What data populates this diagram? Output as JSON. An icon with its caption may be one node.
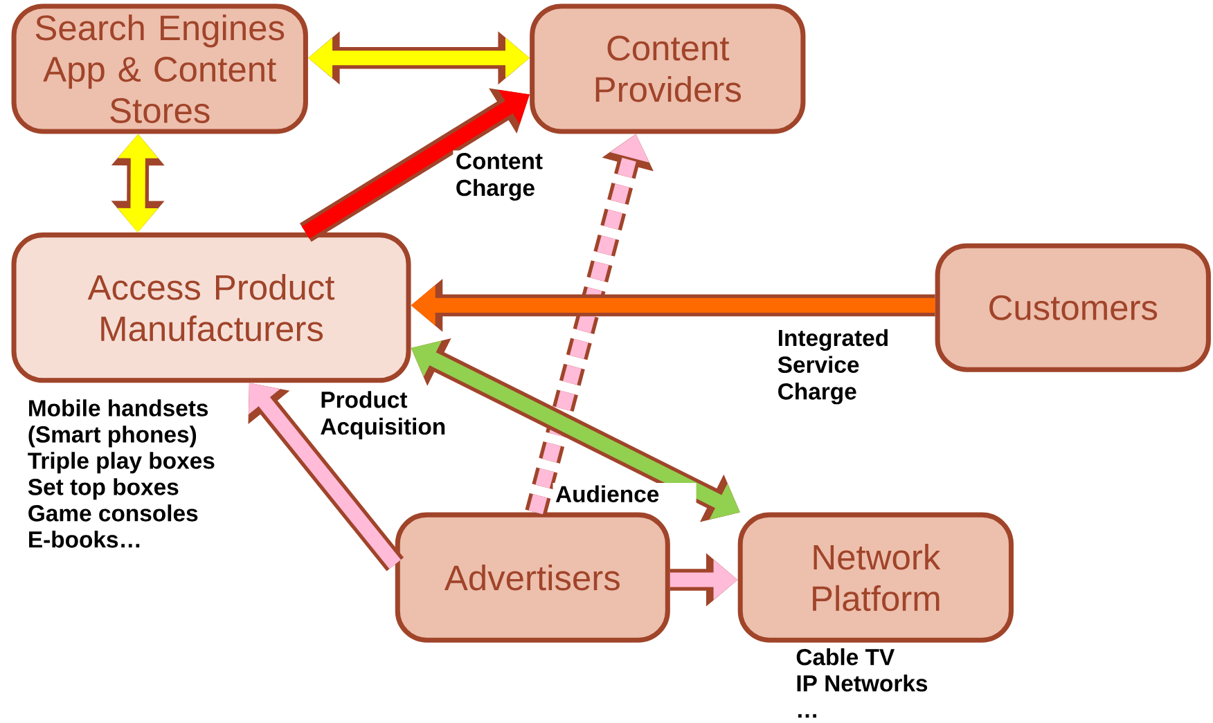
{
  "diagram": {
    "nodes": [
      {
        "text": [
          "Search Engines App & Content Stores"
        ]
      },
      {
        "text": [
          "Content Providers"
        ]
      },
      {
        "text": [
          "Access Product Manufacturers"
        ],
        "beside": [
          "Mobile handsets",
          "(Smart phones)",
          "Triple play boxes",
          "Set top boxes",
          "Game consoles",
          "E-books…"
        ]
      },
      {
        "text": [
          "Customers"
        ]
      },
      {
        "text": [
          "Advertisers"
        ]
      },
      {
        "text": [
          "Network Platform"
        ],
        "beside": [
          "Cable TV",
          "IP Networks",
          "…"
        ]
      }
    ],
    "edges": [
      {
        "from": 0,
        "to": 1,
        "arrow": "both",
        "color": "#ffff00"
      },
      {
        "from": 0,
        "to": 2,
        "arrow": "both",
        "color": "#ffff00"
      },
      {
        "from": 2,
        "to": 1,
        "arrow": "to",
        "label": "Content Charge",
        "color": "#ff0000"
      },
      {
        "from": 4,
        "to": 1,
        "arrow": "to",
        "label": "Audience",
        "style": "dashed",
        "color": "#ffbbd8"
      },
      {
        "from": 3,
        "to": 2,
        "arrow": "to",
        "label": "Integrated Service Charge",
        "color": "#ff6a00"
      },
      {
        "from": 2,
        "to": 5,
        "arrow": "both",
        "color": "#92d050"
      },
      {
        "from": 4,
        "to": 2,
        "arrow": "to",
        "label": "Product Acquisition",
        "color": "#ffbbd8"
      },
      {
        "from": 4,
        "to": 5,
        "arrow": "to",
        "color": "#ffbbd8"
      }
    ]
  }
}
